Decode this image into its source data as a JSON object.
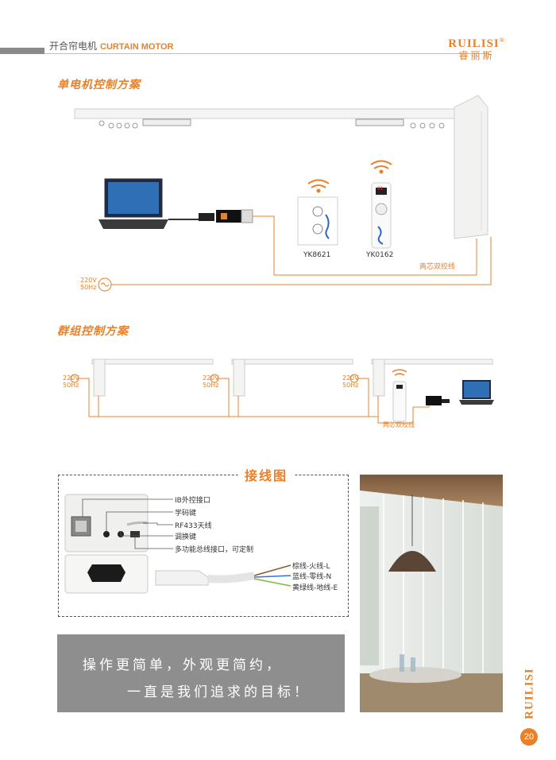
{
  "header": {
    "title_cn": "开合帘电机",
    "title_en": "CURTAIN MOTOR",
    "brand_en": "RUILISI",
    "brand_reg": "®",
    "brand_cn": "睿丽斯"
  },
  "section1": {
    "title": "单电机控制方案",
    "device1_label": "YK8621",
    "device2_label": "YK0162",
    "remote_display": "01",
    "wire_label": "两芯双绞线",
    "power_label_1": "220V",
    "power_label_2": "50Hz"
  },
  "section2": {
    "title": "群组控制方案",
    "power_label_1": "220V",
    "power_label_2": "50Hz",
    "wire_label": "两芯双绞线"
  },
  "wiring": {
    "title": "接线图",
    "labels": [
      "IB外控接口",
      "学码键",
      "RF433天线",
      "调换键",
      "多功能总线接口，可定制"
    ],
    "wires": [
      "棕线-火线-L",
      "蓝线-零线-N",
      "黄绿线-地线-E"
    ],
    "wire_colors": [
      "#8b5a2b",
      "#3a6fd8",
      "#7dbb3c"
    ]
  },
  "banner": {
    "line1": "操作更简单，外观更简约，",
    "line2": "一直是我们追求的目标！"
  },
  "side_brand": "RUILISI",
  "page_number": "20",
  "colors": {
    "accent": "#e8812a",
    "banner_bg": "#8e8e8e"
  }
}
